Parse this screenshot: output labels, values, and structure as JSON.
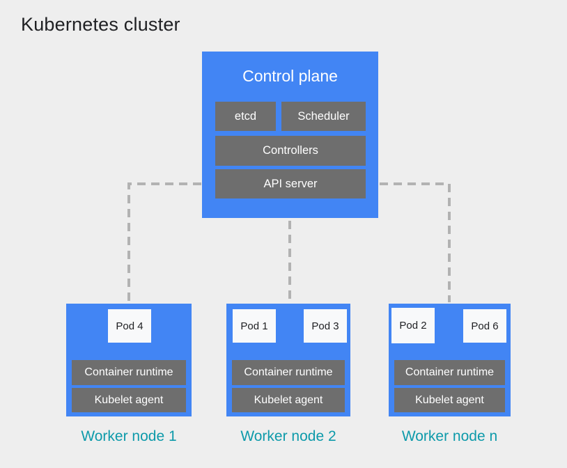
{
  "title": "Kubernetes cluster",
  "control_plane": {
    "title": "Control plane",
    "etcd": "etcd",
    "scheduler": "Scheduler",
    "controllers": "Controllers",
    "api_server": "API server"
  },
  "worker_nodes": [
    {
      "label": "Worker node 1",
      "pods": [
        "Pod 4"
      ],
      "container_runtime": "Container runtime",
      "kubelet_agent": "Kubelet agent"
    },
    {
      "label": "Worker node 2",
      "pods": [
        "Pod 1",
        "Pod 3"
      ],
      "container_runtime": "Container runtime",
      "kubelet_agent": "Kubelet agent"
    },
    {
      "label": "Worker node n",
      "pods": [
        "Pod 2",
        "Pod 6"
      ],
      "container_runtime": "Container runtime",
      "kubelet_agent": "Kubelet agent"
    }
  ],
  "colors": {
    "background": "#EEEEEE",
    "node_blue": "#4285F4",
    "component_gray": "#6E6E6E",
    "component_text": "#FFFFFF",
    "pod_white": "#F8F9FA",
    "pod_text": "#202124",
    "connector_gray": "#B2B2B2",
    "worker_label_teal": "#0D9AAA",
    "title_text": "#202124"
  }
}
